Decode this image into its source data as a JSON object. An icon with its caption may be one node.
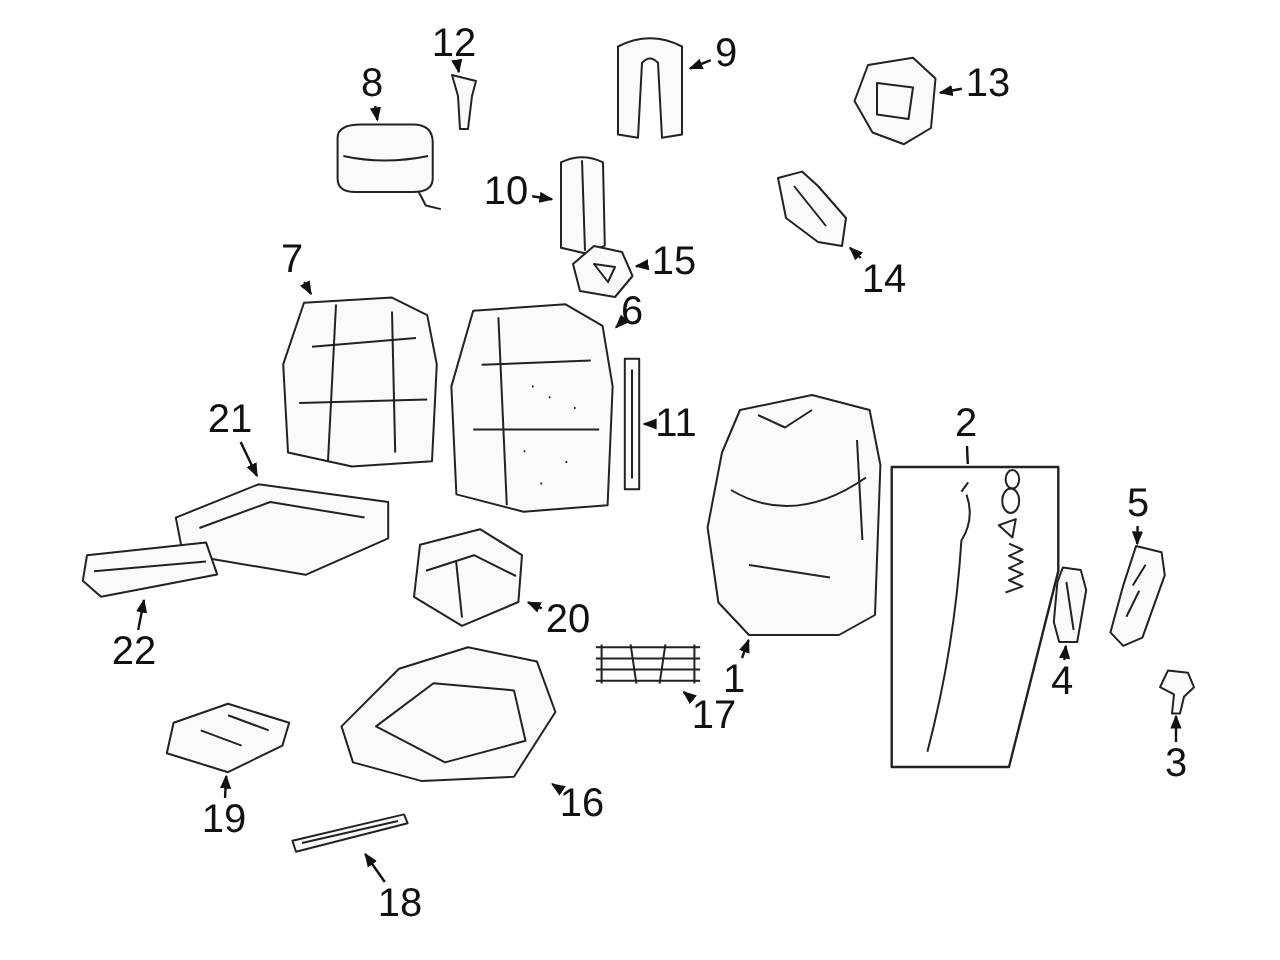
{
  "diagram": {
    "nodes": [
      {
        "text": [
          "1"
        ]
      },
      {
        "text": [
          "2"
        ]
      },
      {
        "text": [
          "3"
        ]
      },
      {
        "text": [
          "4"
        ]
      },
      {
        "text": [
          "5"
        ]
      },
      {
        "text": [
          "6"
        ]
      },
      {
        "text": [
          "7"
        ]
      },
      {
        "text": [
          "8"
        ]
      },
      {
        "text": [
          "9"
        ]
      },
      {
        "text": [
          "10"
        ]
      },
      {
        "text": [
          "11"
        ]
      },
      {
        "text": [
          "12"
        ]
      },
      {
        "text": [
          "13"
        ]
      },
      {
        "text": [
          "14"
        ]
      },
      {
        "text": [
          "15"
        ]
      },
      {
        "text": [
          "16"
        ]
      },
      {
        "text": [
          "17"
        ]
      },
      {
        "text": [
          "18"
        ]
      },
      {
        "text": [
          "19"
        ]
      },
      {
        "text": [
          "20"
        ]
      },
      {
        "text": [
          "21"
        ]
      },
      {
        "text": [
          "22"
        ]
      },
      {
        "text": [],
        "shape": "picture"
      },
      {
        "text": [],
        "shape": "box"
      },
      {
        "text": [],
        "shape": "picture"
      },
      {
        "text": [],
        "shape": "picture"
      },
      {
        "text": [],
        "shape": "picture"
      },
      {
        "text": [],
        "shape": "picture"
      },
      {
        "text": [],
        "shape": "picture"
      },
      {
        "text": [],
        "shape": "picture"
      },
      {
        "text": [],
        "shape": "picture"
      },
      {
        "text": [],
        "shape": "picture"
      },
      {
        "text": [],
        "shape": "picture"
      },
      {
        "text": [],
        "shape": "picture"
      },
      {
        "text": [],
        "shape": "picture"
      },
      {
        "text": [],
        "shape": "picture"
      },
      {
        "text": [],
        "shape": "picture"
      },
      {
        "text": [],
        "shape": "picture"
      },
      {
        "text": [],
        "shape": "picture"
      },
      {
        "text": [],
        "shape": "picture"
      },
      {
        "text": [],
        "shape": "picture"
      },
      {
        "text": [],
        "shape": "picture"
      },
      {
        "text": [],
        "shape": "picture"
      },
      {
        "text": [],
        "shape": "picture"
      }
    ],
    "edges": [
      {
        "from": 0,
        "to": 22,
        "arrow": "to"
      },
      {
        "from": 1,
        "to": 23,
        "arrow": "none"
      },
      {
        "from": 2,
        "to": 24,
        "arrow": "to"
      },
      {
        "from": 3,
        "to": 25,
        "arrow": "to"
      },
      {
        "from": 4,
        "to": 26,
        "arrow": "to"
      },
      {
        "from": 5,
        "to": 27,
        "arrow": "to"
      },
      {
        "from": 6,
        "to": 28,
        "arrow": "to"
      },
      {
        "from": 7,
        "to": 29,
        "arrow": "to"
      },
      {
        "from": 8,
        "to": 30,
        "arrow": "to"
      },
      {
        "from": 9,
        "to": 31,
        "arrow": "to"
      },
      {
        "from": 10,
        "to": 32,
        "arrow": "to"
      },
      {
        "from": 11,
        "to": 33,
        "arrow": "to"
      },
      {
        "from": 12,
        "to": 34,
        "arrow": "to"
      },
      {
        "from": 13,
        "to": 35,
        "arrow": "to"
      },
      {
        "from": 14,
        "to": 36,
        "arrow": "to"
      },
      {
        "from": 15,
        "to": 37,
        "arrow": "to"
      },
      {
        "from": 16,
        "to": 38,
        "arrow": "to"
      },
      {
        "from": 17,
        "to": 39,
        "arrow": "to"
      },
      {
        "from": 18,
        "to": 40,
        "arrow": "to"
      },
      {
        "from": 19,
        "to": 41,
        "arrow": "to"
      },
      {
        "from": 20,
        "to": 42,
        "arrow": "to"
      },
      {
        "from": 21,
        "to": 43,
        "arrow": "to"
      }
    ]
  }
}
